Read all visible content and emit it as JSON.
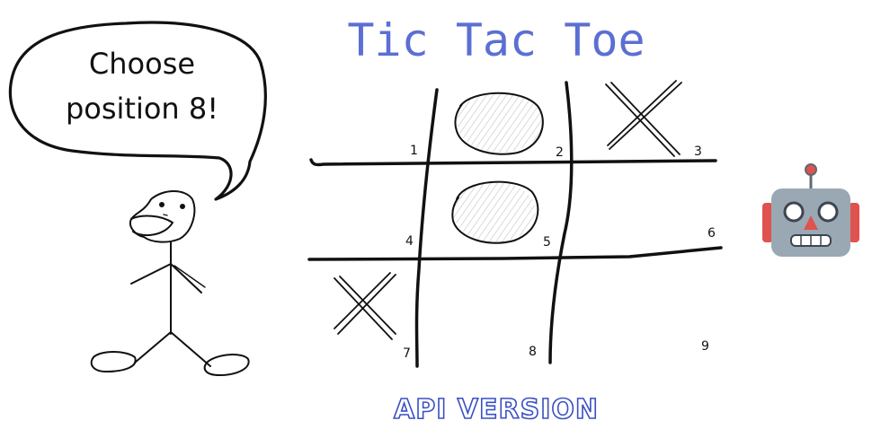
{
  "title": "Tic Tac Toe",
  "subtitle": "API VERSION",
  "speech_bubble": {
    "line1": "Choose",
    "line2": "position 8!"
  },
  "board": {
    "cells": [
      {
        "number": "1",
        "mark": ""
      },
      {
        "number": "2",
        "mark": "O"
      },
      {
        "number": "3",
        "mark": "X"
      },
      {
        "number": "4",
        "mark": ""
      },
      {
        "number": "5",
        "mark": "O"
      },
      {
        "number": "6",
        "mark": ""
      },
      {
        "number": "7",
        "mark": "X"
      },
      {
        "number": "8",
        "mark": ""
      },
      {
        "number": "9",
        "mark": ""
      }
    ]
  },
  "characters": {
    "human": "stick-figure",
    "opponent": "robot-icon"
  },
  "colors": {
    "title": "#5b6fd3",
    "subtitle": "#3a4fc2",
    "robot_body": "#9aa8b4",
    "robot_ears": "#e0524d"
  }
}
